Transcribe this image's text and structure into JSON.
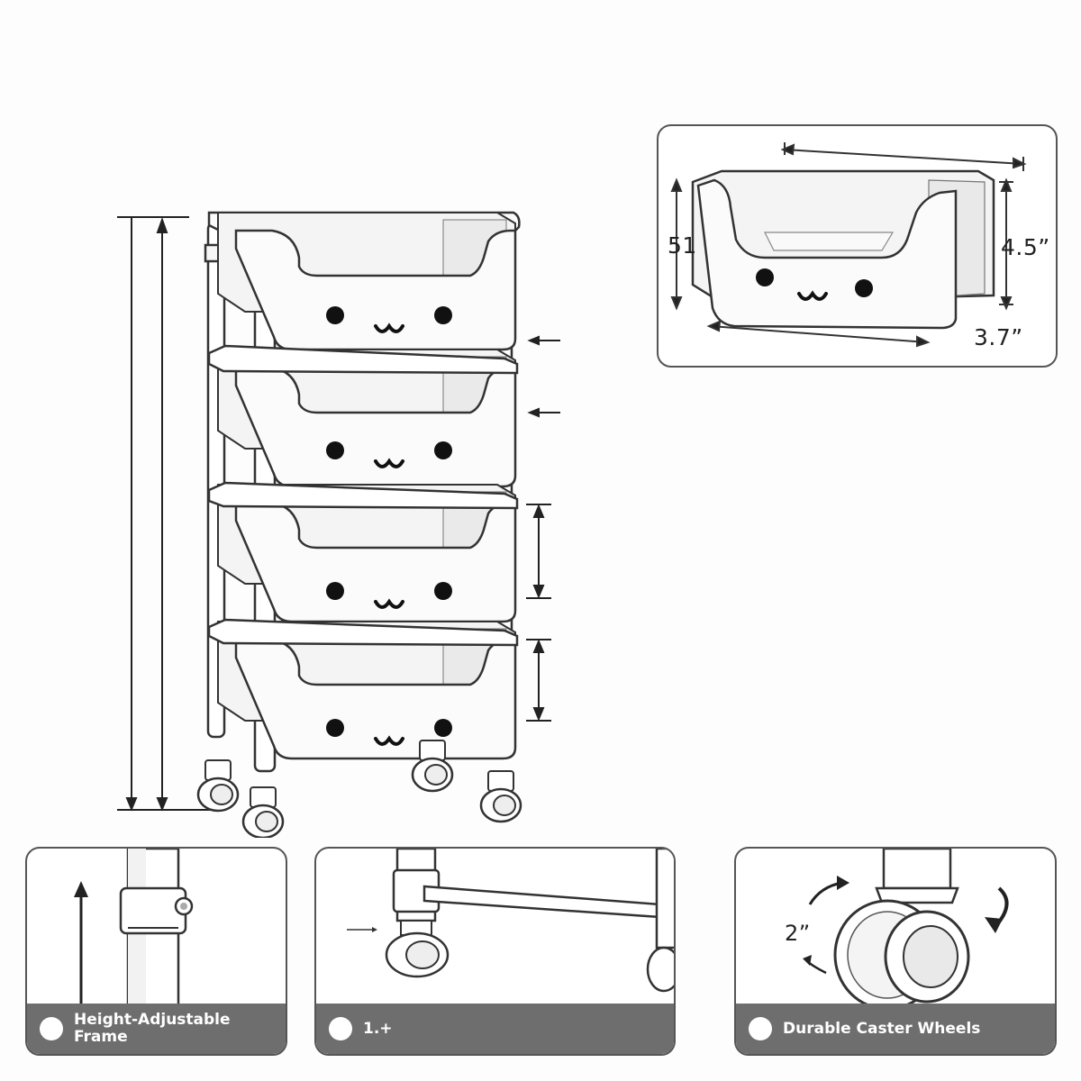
{
  "colors": {
    "line": "#333333",
    "bin_fill": "#f2f2f2",
    "frame_fill": "#ffffff",
    "banner": "#6e6e6e",
    "text": "#222222"
  },
  "detail_bin": {
    "height_left_label": "51",
    "height_right_label": "4.5”",
    "depth_label": "3.7”",
    "face_icon": "smiley-face-icon"
  },
  "features": [
    {
      "label_line1": "Height-Adjustable",
      "label_line2": "Frame",
      "icon": "checkmark-icon"
    },
    {
      "label_line1": "1.+",
      "label_line2": "",
      "icon": "checkmark-icon"
    },
    {
      "label_line1": "Durable Caster Wheels",
      "label_line2": "",
      "icon": "checkmark-icon",
      "wheel_size_label": "2”"
    }
  ]
}
